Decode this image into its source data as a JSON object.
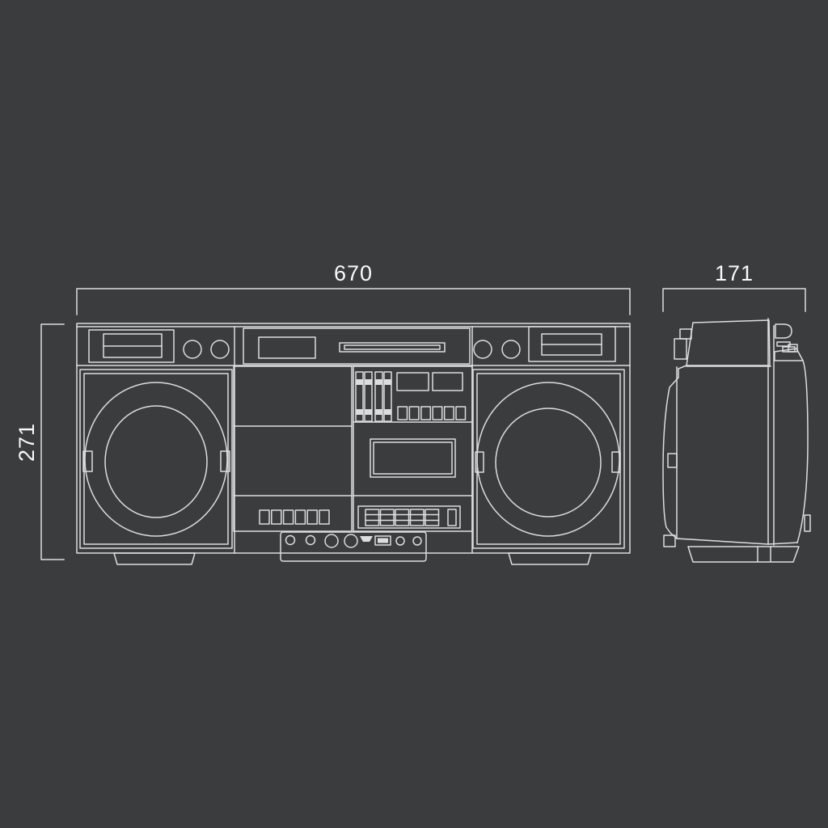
{
  "colors": {
    "background": "#3a3c3e",
    "line": "#dcdddf",
    "text": "#fafafa"
  },
  "diagram": {
    "type": "technical-dimension-drawing",
    "subject": "portable-boombox-stereo",
    "views": [
      {
        "id": "front",
        "description": "front elevation"
      },
      {
        "id": "side",
        "description": "side elevation"
      }
    ],
    "dimensions": {
      "width": {
        "value": "670",
        "orientation": "horizontal",
        "applies_to": "front view width"
      },
      "height": {
        "value": "271",
        "orientation": "vertical",
        "applies_to": "front view height"
      },
      "depth": {
        "value": "171",
        "orientation": "horizontal",
        "applies_to": "side view depth"
      }
    }
  }
}
